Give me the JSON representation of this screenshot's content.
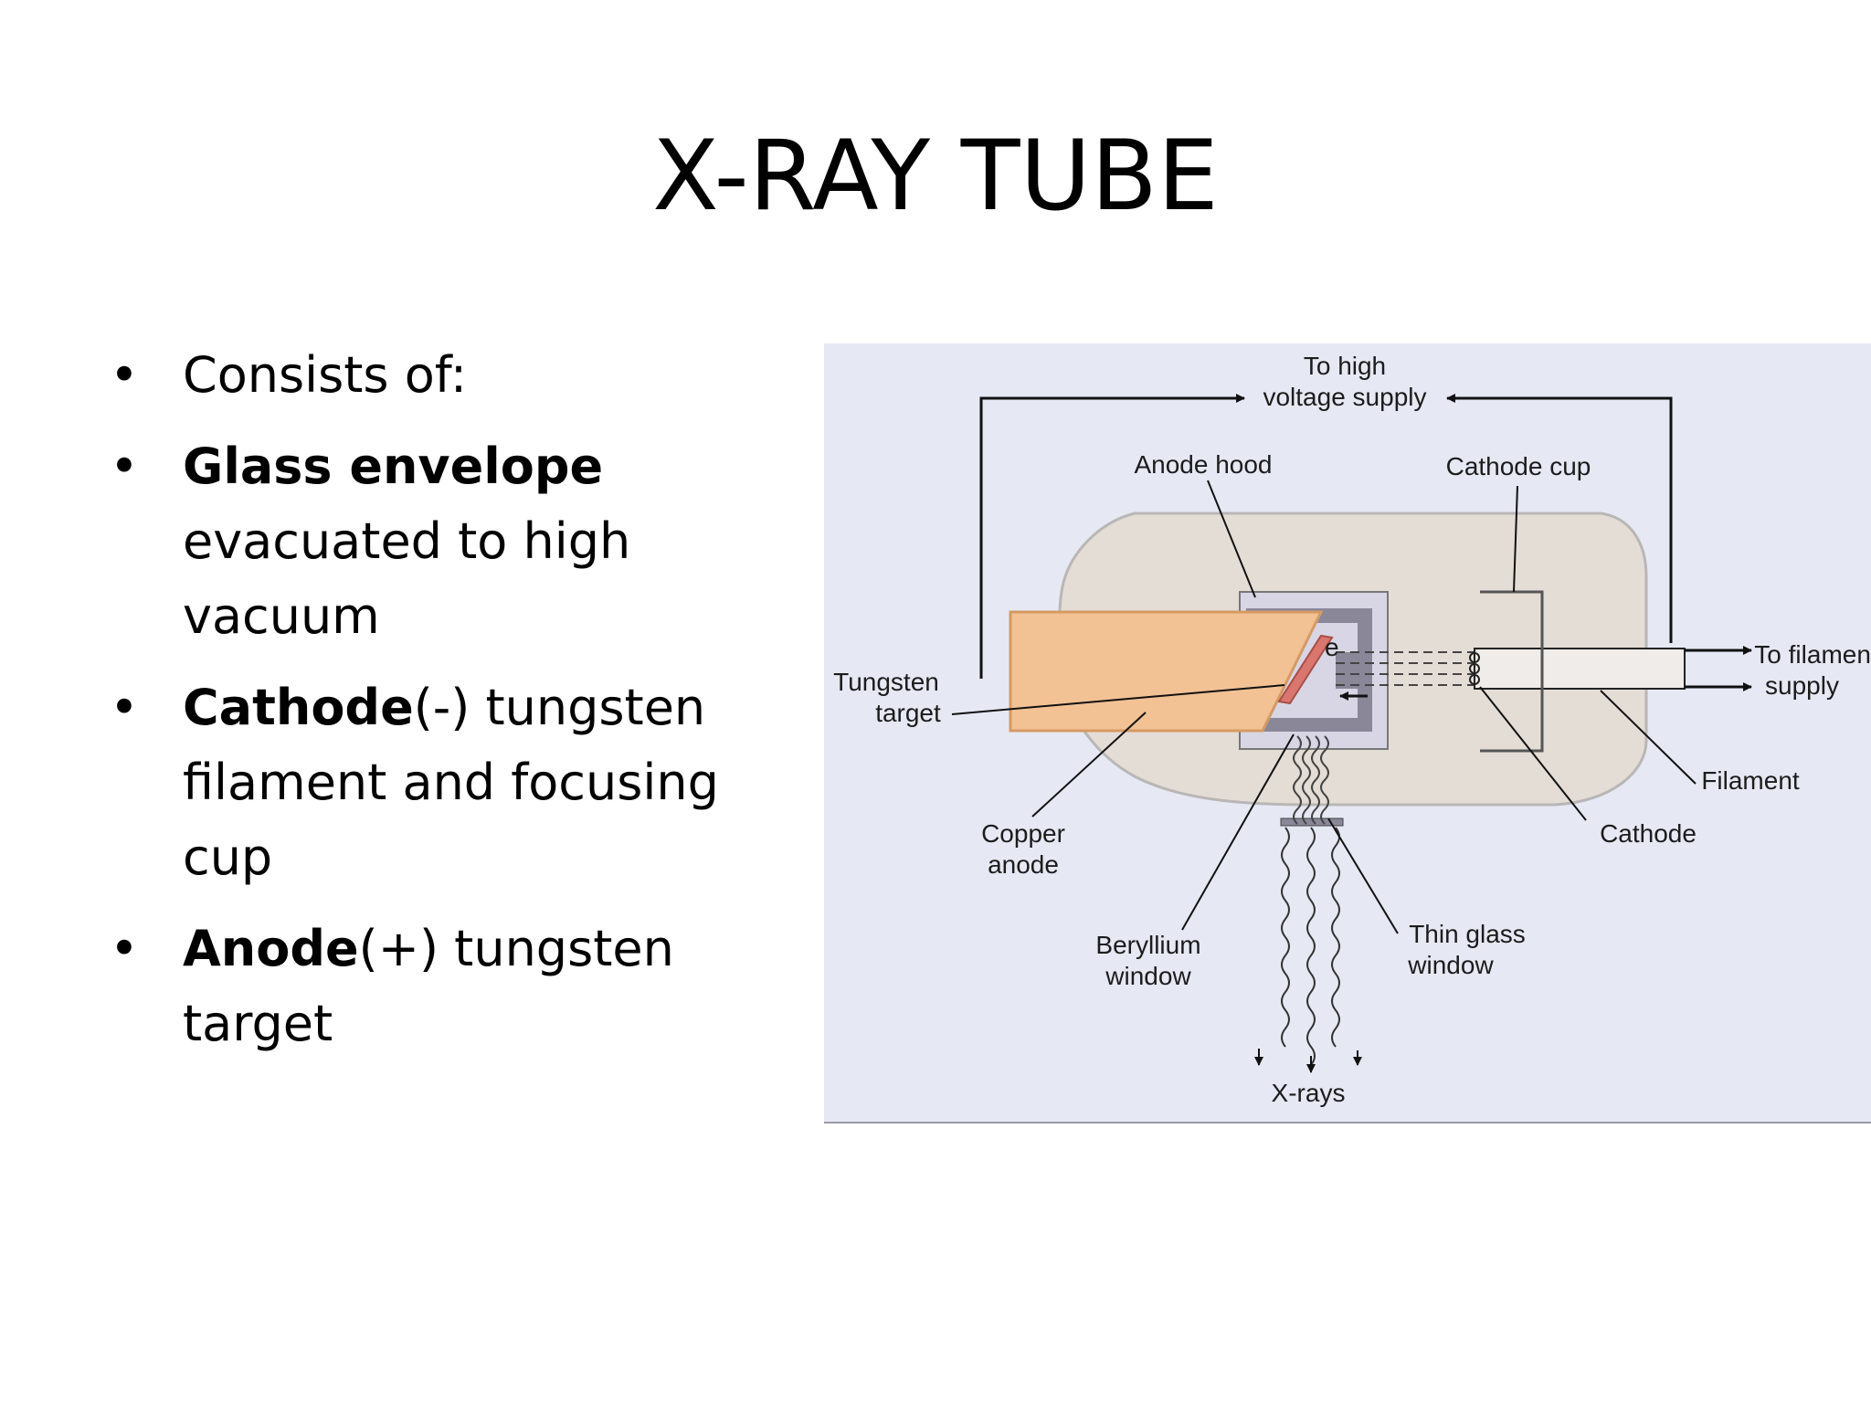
{
  "slide": {
    "title": "X-RAY TUBE",
    "bullets": [
      {
        "bold": "",
        "text": "Consists of:"
      },
      {
        "bold": "Glass envelope",
        "text": " evacuated to high vacuum"
      },
      {
        "bold": "Cathode",
        "text": "(-) tungsten filament and focusing cup"
      },
      {
        "bold": "Anode",
        "text": "(+) tungsten target"
      }
    ],
    "bullet_char": "•"
  },
  "diagram": {
    "labels": {
      "high_voltage": [
        "To high",
        "voltage supply"
      ],
      "anode_hood": "Anode hood",
      "cathode_cup": "Cathode cup",
      "tungsten_target": [
        "Tungsten",
        "target"
      ],
      "filament_supply": [
        "To filament",
        "supply"
      ],
      "filament": "Filament",
      "cathode": "Cathode",
      "copper_anode": [
        "Copper",
        "anode"
      ],
      "beryllium_window": [
        "Beryllium",
        "window"
      ],
      "thin_glass_window": [
        "Thin glass",
        "window"
      ],
      "xrays": "X-rays",
      "electron": "e"
    },
    "colors": {
      "background": "#e6e9f4",
      "envelope": "#e4ddd6",
      "envelope_stroke": "#b9b6b6",
      "copper": "#f2c194",
      "copper_stroke": "#d69a63",
      "target": "#d9776e",
      "hood": "#8a8799",
      "hood_outer": "#d8d6e4"
    }
  }
}
